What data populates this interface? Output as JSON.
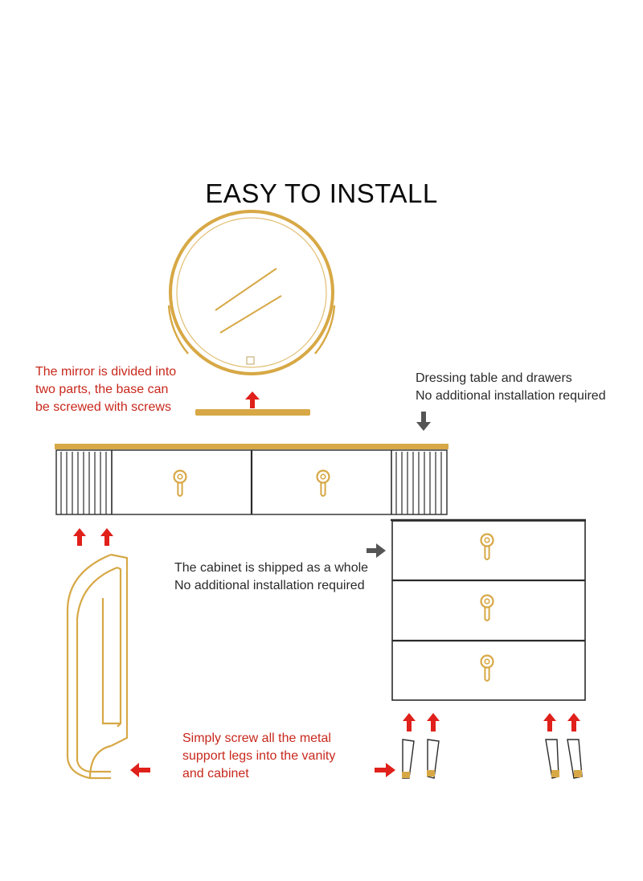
{
  "title": "EASY TO INSTALL",
  "notes": {
    "mirror": [
      "The mirror is divided into",
      "two parts, the base can",
      "be screwed with screws"
    ],
    "table": [
      "Dressing table and drawers",
      "No additional installation required"
    ],
    "cabinet": [
      "The cabinet is shipped as a whole",
      "No additional installation required"
    ],
    "legs": [
      "Simply screw all the metal",
      "support legs into the vanity",
      "and cabinet"
    ]
  },
  "colors": {
    "gold": "#d7a845",
    "outline": "#2b2b2b",
    "arrow_red": "#e0201a",
    "arrow_gray": "#555555",
    "text_red": "#c8281c"
  }
}
